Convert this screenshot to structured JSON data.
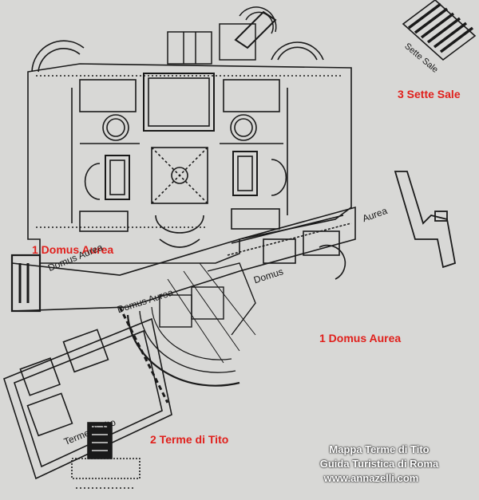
{
  "labels_red": {
    "domus_aurea_left": "1 Domus Aurea",
    "domus_aurea_right": "1 Domus Aurea",
    "sette_sale": "3 Sette Sale",
    "terme_di_tito": "2 Terme di Tito"
  },
  "plan_labels": {
    "domus_aurea_a": "Domus Aurea",
    "domus_aurea_b": "Domus Aurea",
    "domus": "Domus",
    "aurea": "Aurea",
    "terme_di_tito": "Terme di Tito",
    "sette_sale": "Sette Sale"
  },
  "caption": {
    "line1": "Mappa Terme di Tito",
    "line2": "Guida Turistica di Roma",
    "line3": "www.annazelli.com"
  },
  "colors": {
    "paper": "#d8d8d6",
    "ink": "#1a1a1a",
    "label_red": "#e0201c",
    "caption": "#ffffff"
  }
}
